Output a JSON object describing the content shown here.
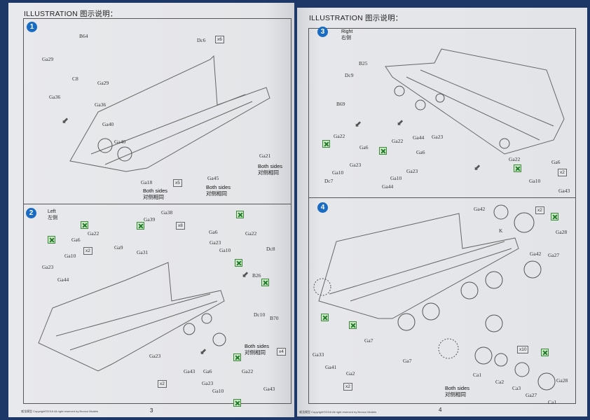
{
  "header_label": "ILLUSTRATION 图示说明：",
  "footer_text": "威龙模型  Copyright©2016 All right reserved by Bronco Models",
  "page_numbers": [
    "3",
    "4"
  ],
  "colors": {
    "step_badge": "#1a6cc2",
    "glue_icon": "#1f7a28",
    "background": "#1d3866"
  },
  "icons": {
    "no_glue": "no-glue-icon",
    "assembly_arrow": "arrow-icon"
  },
  "steps": [
    {
      "number": "1",
      "side": "",
      "labels": [
        "B64",
        "Ga29",
        "C8",
        "Ga29",
        "Ga36",
        "Ga36",
        "Dc6",
        "Ga40",
        "Ga40",
        "Ga21",
        "Ga18",
        "Ga45"
      ],
      "quantities": [
        "x6",
        "x5"
      ],
      "both_sides": [
        "Both sides\n对侧相同",
        "Both sides\n对侧相同",
        "Both sides\n对侧相同"
      ]
    },
    {
      "number": "2",
      "side": "Left\n左侧",
      "labels": [
        "Ga22",
        "Ga6",
        "Ga10",
        "Ga23",
        "Ga44",
        "Ga38",
        "Ga39",
        "Ga9",
        "Ga31",
        "Ga6",
        "Ga22",
        "Ga23",
        "Ga10",
        "Dc8",
        "B26",
        "Dc10",
        "B70",
        "Ga23",
        "Ga43",
        "Ga6",
        "Ga22",
        "Ga23",
        "Ga10",
        "Ga43"
      ],
      "quantities": [
        "x2",
        "x8",
        "x4",
        "x2"
      ],
      "both_sides": [
        "Both sides\n对侧相同"
      ]
    },
    {
      "number": "3",
      "side": "Right\n右侧",
      "labels": [
        "B25",
        "Dc9",
        "B69",
        "Ga22",
        "Ga6",
        "Ga10",
        "Ga23",
        "Dc7",
        "Ga22",
        "Ga6",
        "Ga10",
        "Ga23",
        "Ga44",
        "Ga44",
        "Ga23",
        "Ga22",
        "Ga6",
        "Ga10",
        "Ga43"
      ],
      "quantities": [
        "x2"
      ],
      "both_sides": []
    },
    {
      "number": "4",
      "side": "",
      "labels": [
        "Ga42",
        "Ga28",
        "K",
        "Ga42",
        "Ga27",
        "Ga33",
        "Ga41",
        "Ga2",
        "Ga7",
        "Ga7",
        "Ca1",
        "Ca2",
        "Ca3",
        "Ga27",
        "Ga28",
        "Ca1"
      ],
      "quantities": [
        "x2",
        "x2",
        "x10"
      ],
      "both_sides": [
        "Both sides\n对侧相同"
      ]
    }
  ]
}
